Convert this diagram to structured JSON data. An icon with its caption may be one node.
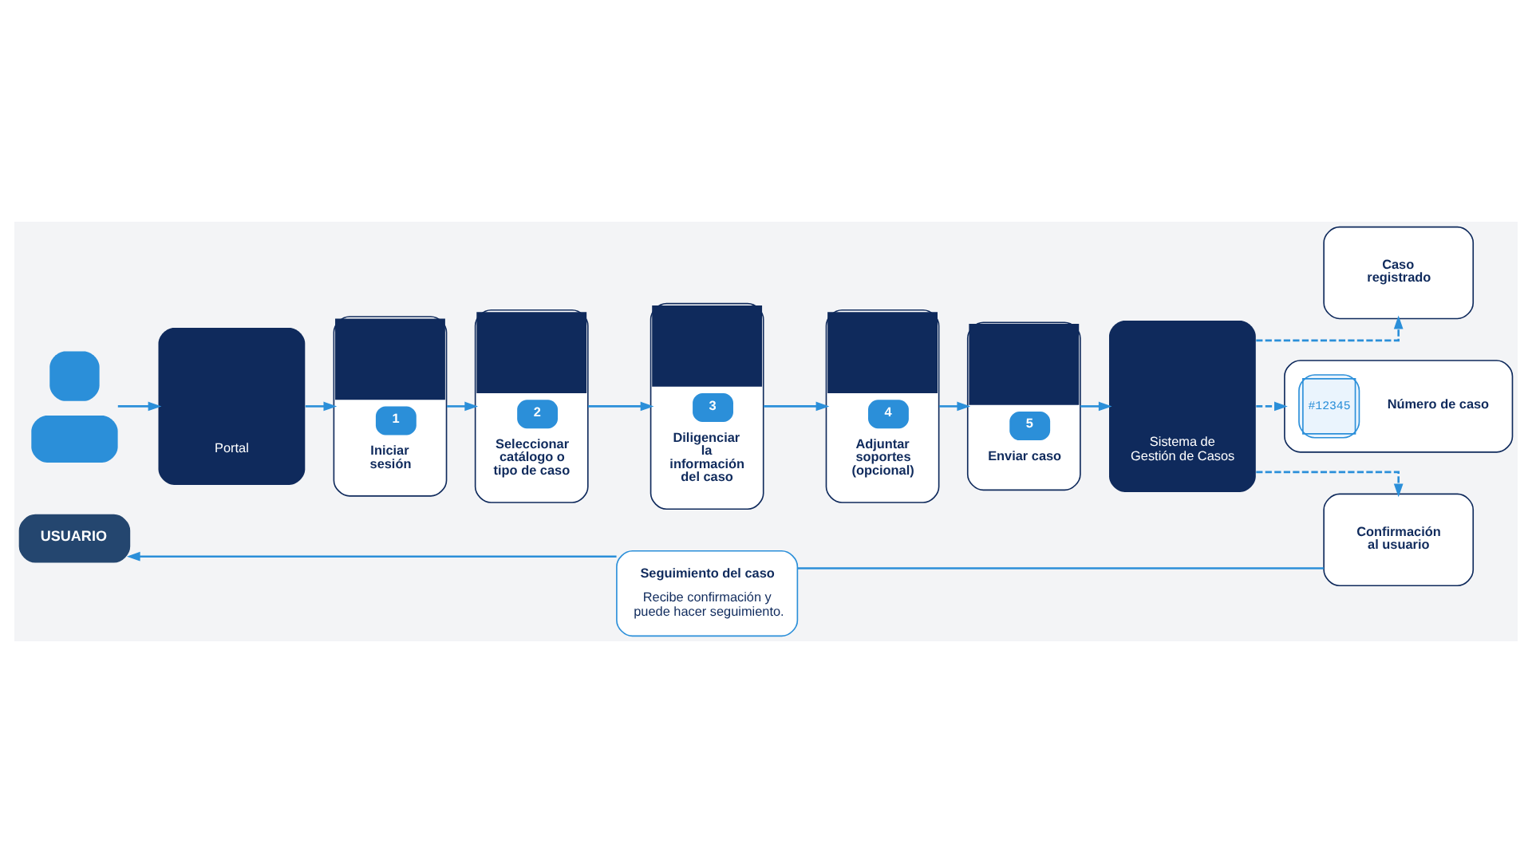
{
  "diagram": {
    "nodes": [
      {
        "text": [],
        "shape": "person"
      },
      {
        "text": [
          "USUARIO"
        ]
      },
      {
        "text": [
          "Portal"
        ]
      },
      {
        "text": [
          "1",
          "Iniciar sesión"
        ]
      },
      {
        "text": [
          "2",
          "Seleccionar catálogo o tipo de caso"
        ]
      },
      {
        "text": [
          "3",
          "Diligenciar la información del caso"
        ]
      },
      {
        "text": [
          "4",
          "Adjuntar soportes (opcional)"
        ]
      },
      {
        "text": [
          "5",
          "Enviar caso"
        ]
      },
      {
        "text": [
          "Sistema de Gestión de Casos"
        ]
      },
      {
        "text": [
          "Caso registrado"
        ]
      },
      {
        "text": [
          "#12345",
          "Número de caso"
        ]
      },
      {
        "text": [
          "Confirmación al usuario"
        ]
      },
      {
        "text": [
          "Seguimiento del caso",
          "Recibe confirmación y puede hacer seguimiento."
        ]
      }
    ],
    "edges": [
      {
        "from": 0,
        "to": 2,
        "arrow": "to"
      },
      {
        "from": 2,
        "to": 3,
        "arrow": "to"
      },
      {
        "from": 3,
        "to": 4,
        "arrow": "to"
      },
      {
        "from": 4,
        "to": 5,
        "arrow": "to"
      },
      {
        "from": 5,
        "to": 6,
        "arrow": "to"
      },
      {
        "from": 6,
        "to": 7,
        "arrow": "to"
      },
      {
        "from": 7,
        "to": 8,
        "arrow": "to"
      },
      {
        "from": 8,
        "to": 9,
        "arrow": "to",
        "style": "dashed"
      },
      {
        "from": 8,
        "to": 10,
        "arrow": "to",
        "style": "dashed"
      },
      {
        "from": 8,
        "to": 11,
        "arrow": "to",
        "style": "dashed"
      },
      {
        "from": 11,
        "to": 12,
        "arrow": "none"
      },
      {
        "from": 12,
        "to": 1,
        "arrow": "to"
      }
    ]
  }
}
